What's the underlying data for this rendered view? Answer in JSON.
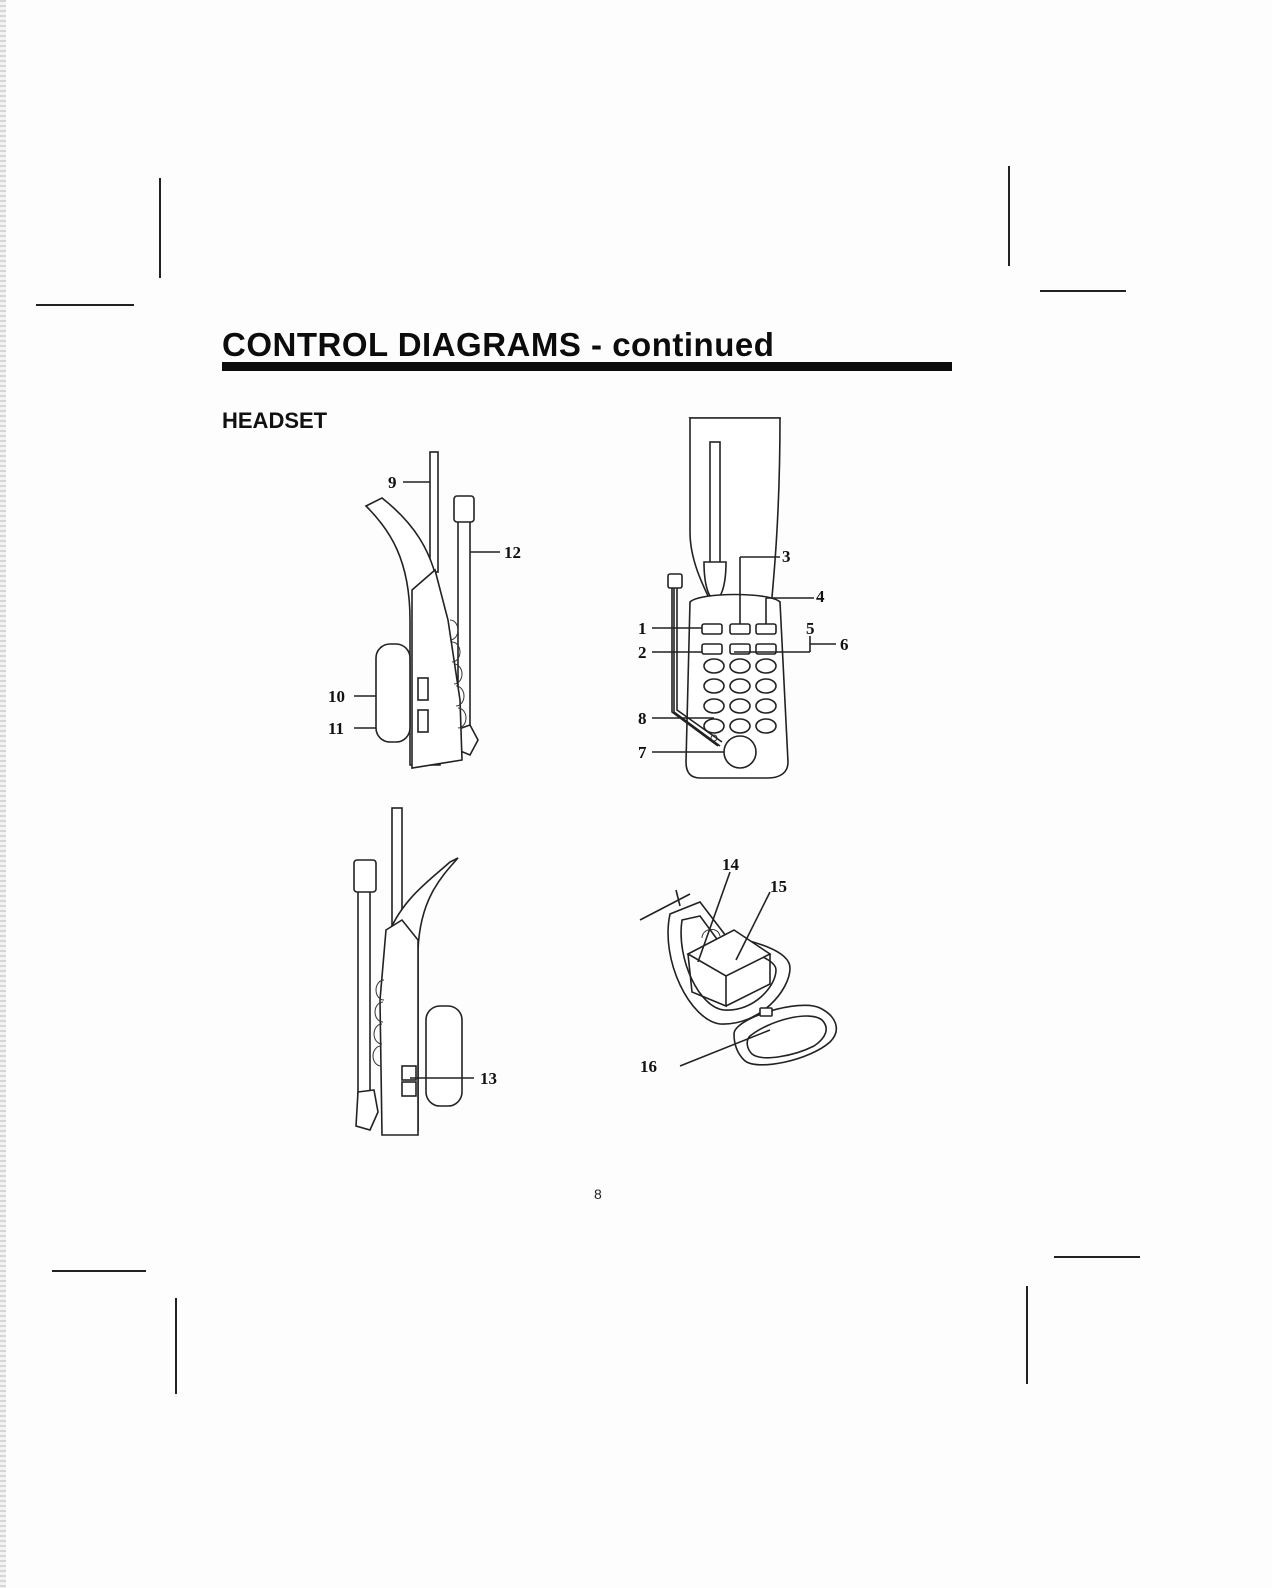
{
  "page": {
    "title": "CONTROL DIAGRAMS - continued",
    "section": "HEADSET",
    "page_number": "8"
  },
  "diagrams": {
    "left_side_view": {
      "callouts": [
        "9",
        "10",
        "11",
        "12"
      ]
    },
    "front_view": {
      "callouts": [
        "1",
        "2",
        "3",
        "4",
        "5",
        "6",
        "7",
        "8"
      ]
    },
    "right_side_view": {
      "callouts": [
        "13"
      ]
    },
    "earpiece_view": {
      "callouts": [
        "14",
        "15",
        "16"
      ]
    }
  }
}
